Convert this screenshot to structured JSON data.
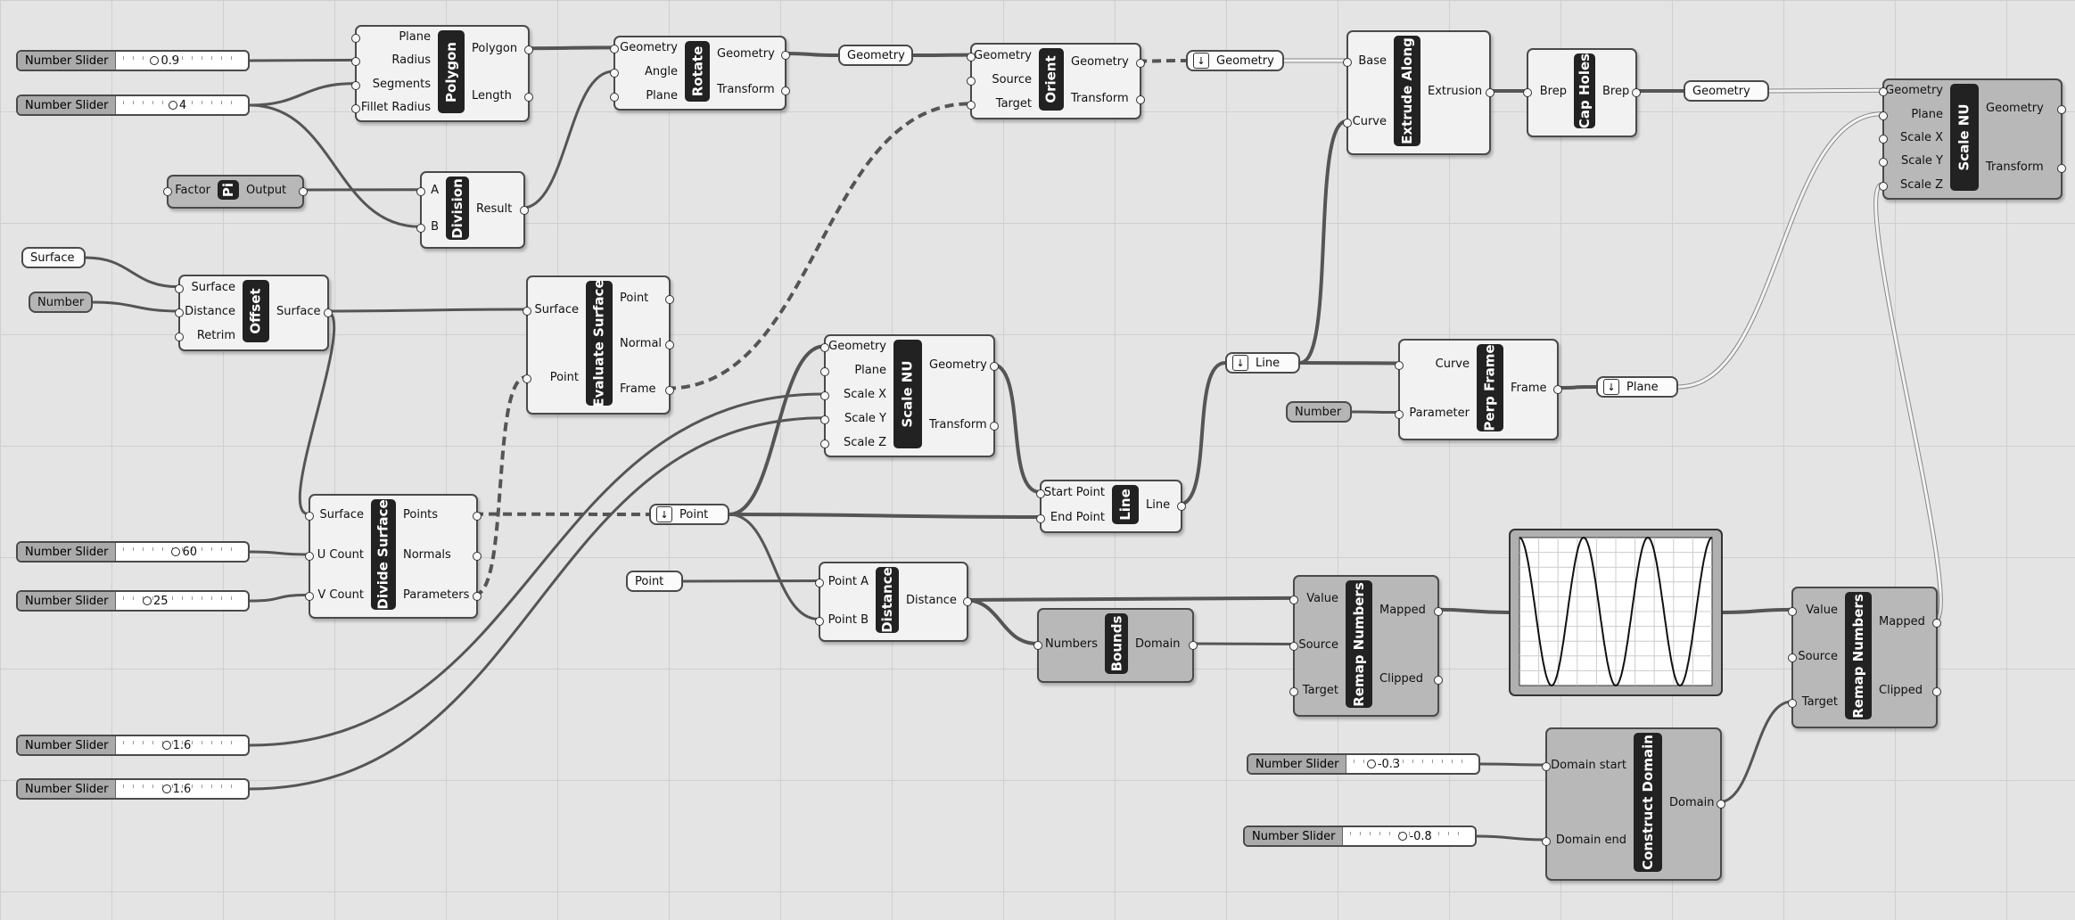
{
  "sliders": [
    {
      "id": "s_radius",
      "label": "Number Slider",
      "value": "0.9"
    },
    {
      "id": "s_segments",
      "label": "Number Slider",
      "value": "4"
    },
    {
      "id": "s_ucount",
      "label": "Number Slider",
      "value": "60"
    },
    {
      "id": "s_vcount",
      "label": "Number Slider",
      "value": "25"
    },
    {
      "id": "s_sx",
      "label": "Number Slider",
      "value": "1.6"
    },
    {
      "id": "s_sy",
      "label": "Number Slider",
      "value": "1.6"
    },
    {
      "id": "s_dstart",
      "label": "Number Slider",
      "value": "-0.3"
    },
    {
      "id": "s_dend",
      "label": "Number Slider",
      "value": "-0.8"
    }
  ],
  "params": [
    {
      "id": "p_surface",
      "label": "Surface",
      "arrow": false,
      "grey": false
    },
    {
      "id": "p_number1",
      "label": "Number",
      "arrow": false,
      "grey": true
    },
    {
      "id": "p_geom1",
      "label": "Geometry",
      "arrow": false,
      "grey": false
    },
    {
      "id": "p_geom2",
      "label": "Geometry",
      "arrow": true,
      "grey": false
    },
    {
      "id": "p_geom3",
      "label": "Geometry",
      "arrow": false,
      "grey": false
    },
    {
      "id": "p_line",
      "label": "Line",
      "arrow": true,
      "grey": false
    },
    {
      "id": "p_number2",
      "label": "Number",
      "arrow": false,
      "grey": true
    },
    {
      "id": "p_plane",
      "label": "Plane",
      "arrow": true,
      "grey": false
    },
    {
      "id": "p_point",
      "label": "Point",
      "arrow": true,
      "grey": false
    },
    {
      "id": "p_point2",
      "label": "Point",
      "arrow": false,
      "grey": false
    }
  ],
  "components": [
    {
      "id": "c_pi",
      "name": "Pi",
      "grey": true,
      "inputs": [
        "Factor"
      ],
      "outputs": [
        "Output"
      ]
    },
    {
      "id": "c_polygon",
      "name": "Polygon",
      "inputs": [
        "Plane",
        "Radius",
        "Segments",
        "Fillet Radius"
      ],
      "outputs": [
        "Polygon",
        "Length"
      ]
    },
    {
      "id": "c_division",
      "name": "Division",
      "inputs": [
        "A",
        "B"
      ],
      "outputs": [
        "Result"
      ]
    },
    {
      "id": "c_rotate",
      "name": "Rotate",
      "inputs": [
        "Geometry",
        "Angle",
        "Plane"
      ],
      "outputs": [
        "Geometry",
        "Transform"
      ]
    },
    {
      "id": "c_orient",
      "name": "Orient",
      "inputs": [
        "Geometry",
        "Source",
        "Target"
      ],
      "outputs": [
        "Geometry",
        "Transform"
      ]
    },
    {
      "id": "c_extrude",
      "name": "Extrude Along",
      "inputs": [
        "Base",
        "Curve"
      ],
      "outputs": [
        "Extrusion"
      ]
    },
    {
      "id": "c_capholes",
      "name": "Cap Holes",
      "inputs": [
        "Brep"
      ],
      "outputs": [
        "Brep"
      ]
    },
    {
      "id": "c_scalenu1",
      "name": "Scale NU",
      "grey": true,
      "inputs": [
        "Geometry",
        "Plane",
        "Scale X",
        "Scale Y",
        "Scale Z"
      ],
      "outputs": [
        "Geometry",
        "Transform"
      ]
    },
    {
      "id": "c_offset",
      "name": "Offset",
      "inputs": [
        "Surface",
        "Distance",
        "Retrim"
      ],
      "outputs": [
        "Surface"
      ]
    },
    {
      "id": "c_evalsurf",
      "name": "Evaluate Surface",
      "inputs": [
        "Surface",
        "Point"
      ],
      "outputs": [
        "Point",
        "Normal",
        "Frame"
      ]
    },
    {
      "id": "c_scalenu2",
      "name": "Scale NU",
      "inputs": [
        "Geometry",
        "Plane",
        "Scale X",
        "Scale Y",
        "Scale Z"
      ],
      "outputs": [
        "Geometry",
        "Transform"
      ]
    },
    {
      "id": "c_perpframe",
      "name": "Perp Frame",
      "inputs": [
        "Curve",
        "Parameter"
      ],
      "outputs": [
        "Frame"
      ]
    },
    {
      "id": "c_line",
      "name": "Line",
      "inputs": [
        "Start Point",
        "End Point"
      ],
      "outputs": [
        "Line"
      ]
    },
    {
      "id": "c_divsurf",
      "name": "Divide Surface",
      "inputs": [
        "Surface",
        "U Count",
        "V Count"
      ],
      "outputs": [
        "Points",
        "Normals",
        "Parameters"
      ]
    },
    {
      "id": "c_distance",
      "name": "Distance",
      "inputs": [
        "Point A",
        "Point B"
      ],
      "outputs": [
        "Distance"
      ]
    },
    {
      "id": "c_bounds",
      "name": "Bounds",
      "grey": true,
      "inputs": [
        "Numbers"
      ],
      "outputs": [
        "Domain"
      ]
    },
    {
      "id": "c_remap1",
      "name": "Remap Numbers",
      "grey": true,
      "inputs": [
        "Value",
        "Source",
        "Target"
      ],
      "outputs": [
        "Mapped",
        "Clipped"
      ]
    },
    {
      "id": "c_remap2",
      "name": "Remap Numbers",
      "grey": true,
      "inputs": [
        "Value",
        "Source",
        "Target"
      ],
      "outputs": [
        "Mapped",
        "Clipped"
      ]
    },
    {
      "id": "c_constdomain",
      "name": "Construct Domain",
      "grey": true,
      "inputs": [
        "Domain start",
        "Domain end"
      ],
      "outputs": [
        "Domain"
      ]
    }
  ],
  "graph_mapper": {
    "type": "sine",
    "periods": 3
  },
  "colors": {
    "canvas": "#e4e4e4",
    "grid": "#cfcfcf",
    "wire": "#555555",
    "wire_selected": "#f0f0f0"
  }
}
